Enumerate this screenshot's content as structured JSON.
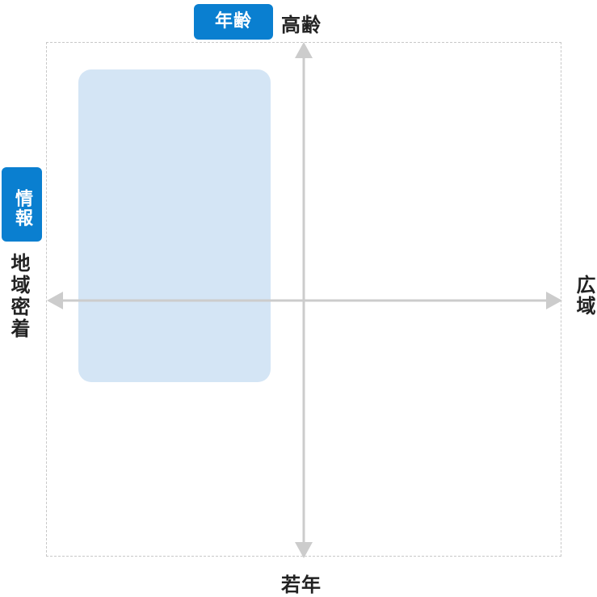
{
  "badges": {
    "vertical_axis": "年齢",
    "horizontal_axis": "情報"
  },
  "axis_labels": {
    "top": "高齢",
    "bottom": "若年",
    "left": "地域密着",
    "right": "広域"
  },
  "colors": {
    "badge_bg": "#0a7fd0",
    "highlight_fill": "#d4e5f5",
    "axis_line": "#cccccc",
    "frame_border": "#c8c8c8",
    "label_text": "#222222"
  }
}
